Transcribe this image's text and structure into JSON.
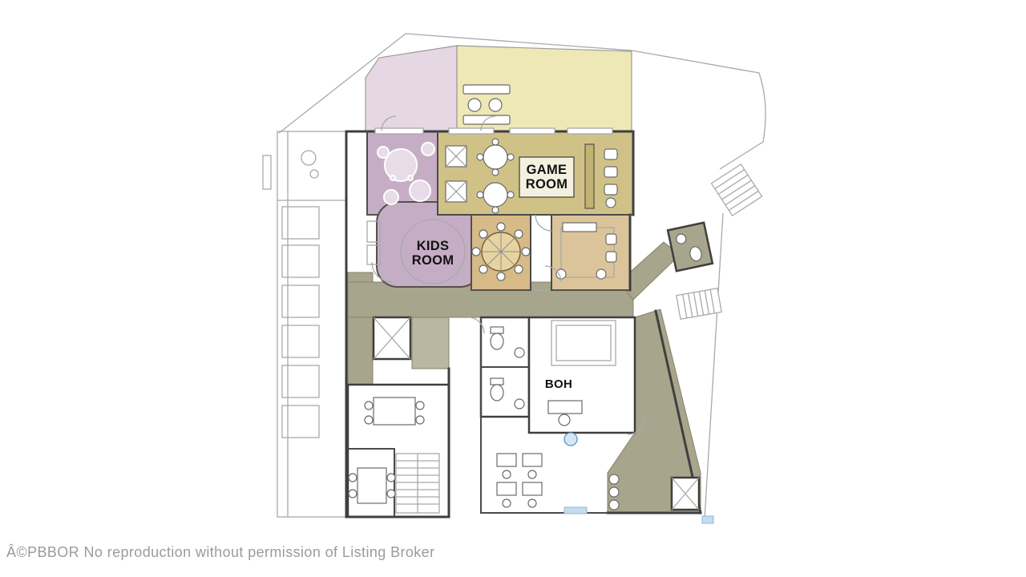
{
  "image": {
    "type": "architectural-floor-plan",
    "background": "#ffffff"
  },
  "labels": {
    "game_room": {
      "line1": "GAME",
      "line2": "ROOM"
    },
    "kids_room": {
      "line1": "KIDS",
      "line2": "ROOM"
    },
    "boh": "BOH"
  },
  "watermark": {
    "text": "Â©PBBOR No reproduction without permission of Listing Broker",
    "color": "#9b9b9b"
  },
  "colors": {
    "terrace_pink": "#e5d7e4",
    "terrace_yellow": "#ede8b5",
    "kids_room_mauve": "#c5aec5",
    "kids_room_light": "#f2ecf2",
    "game_room_khaki": "#d0c287",
    "game_room_dark": "#c4b272",
    "card_room_tan": "#d6ba88",
    "lounge_tan": "#dcc49a",
    "corridor_olive": "#a7a58c",
    "corridor_olive_light": "#b9b7a0",
    "wall": "#3f3f3f",
    "thin_line": "#a9a9a9",
    "accent_blue": "#c3dcee",
    "label": "#111111"
  }
}
